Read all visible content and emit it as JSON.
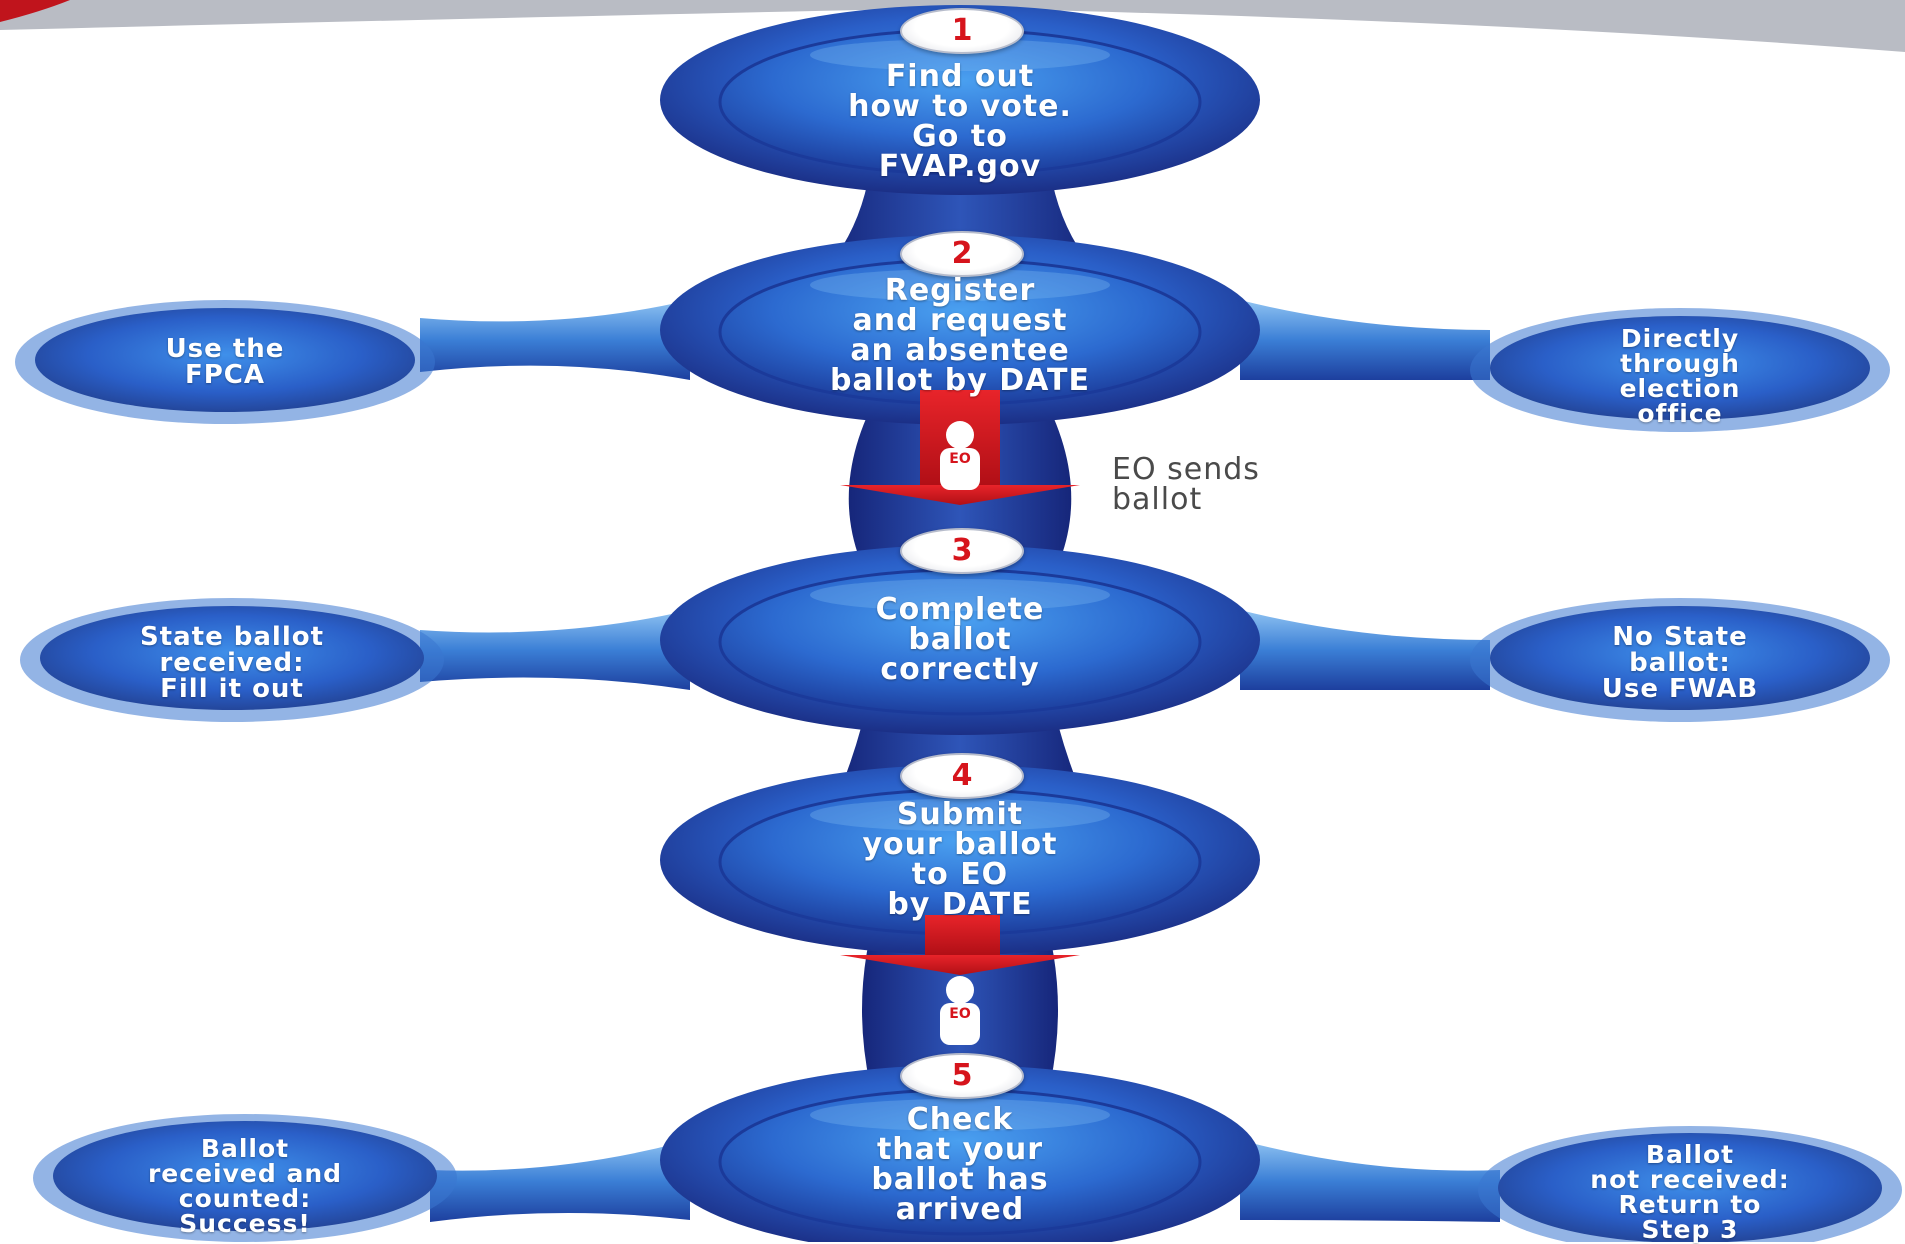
{
  "steps": [
    {
      "number": "1",
      "text": "Find out\nhow to vote.\nGo to\nFVAP.gov"
    },
    {
      "number": "2",
      "text": "Register\nand request\nan absentee\nballot by DATE"
    },
    {
      "number": "3",
      "text": "Complete\nballot\ncorrectly"
    },
    {
      "number": "4",
      "text": "Submit\nyour ballot\nto EO\nby DATE"
    },
    {
      "number": "5",
      "text": "Check\nthat your\nballot has\narrived"
    }
  ],
  "side_options": {
    "step2_left": "Use the\nFPCA",
    "step2_right": "Directly\nthrough\nelection\noffice",
    "step3_left": "State ballot\nreceived:\nFill it out",
    "step3_right": "No State\nballot:\nUse FWAB",
    "step5_left": "Ballot\nreceived and\ncounted:\nSuccess!",
    "step5_right": "Ballot\nnot received:\nReturn to\nStep 3"
  },
  "eo_note": "EO sends\nballot",
  "eo_badge": "EO",
  "colors": {
    "oval_dark": "#1b2f86",
    "oval_mid": "#2a5fc8",
    "oval_light": "#3f8ee8",
    "arrow_red": "#d6141c",
    "number_red": "#d6141c",
    "top_band": "#9a9ea8"
  }
}
